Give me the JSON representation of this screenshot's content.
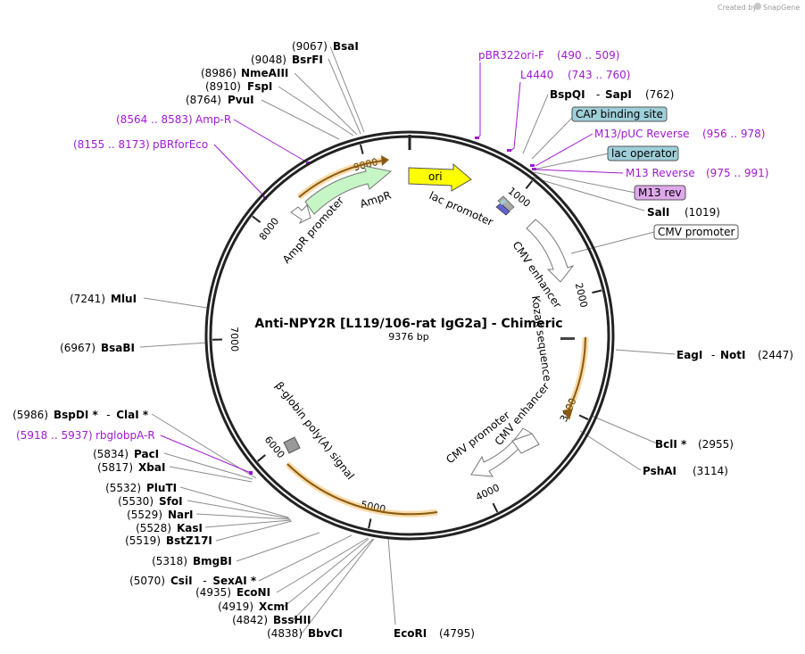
{
  "credit": {
    "text": "Created by",
    "brand": "SnapGene"
  },
  "plasmid": {
    "name": "Anti-NPY2R [L119/106-rat IgG2a] - Chimeric",
    "size_label": "9376 bp"
  },
  "ticks": [
    "1000",
    "2000",
    "3000",
    "4000",
    "5000",
    "6000",
    "7000",
    "8000",
    "9000"
  ],
  "enzymes_right": [
    {
      "name": "BspQI",
      "sep": "-",
      "name2": "SapI",
      "pos": "(762)"
    },
    {
      "name": "SalI",
      "pos": "(1019)"
    },
    {
      "name": "EagI",
      "sep": "-",
      "name2": "NotI",
      "pos": "(2447)"
    },
    {
      "name": "BclI *",
      "pos": "(2955)"
    },
    {
      "name": "PshAI",
      "pos": "(3114)"
    }
  ],
  "enzymes_top": [
    {
      "pos": "(9067)",
      "name": "BsaI"
    },
    {
      "pos": "(9048)",
      "name": "BsrFI"
    },
    {
      "pos": "(8986)",
      "name": "NmeAIII"
    },
    {
      "pos": "(8910)",
      "name": "FspI"
    },
    {
      "pos": "(8764)",
      "name": "PvuI"
    }
  ],
  "enzymes_left": [
    {
      "pos": "(7241)",
      "name": "MluI"
    },
    {
      "pos": "(6967)",
      "name": "BsaBI"
    },
    {
      "pos": "(5986)",
      "name": "BspDI *",
      "sep": "-",
      "name2": "ClaI *"
    },
    {
      "pos": "(5834)",
      "name": "PacI"
    },
    {
      "pos": "(5817)",
      "name": "XbaI"
    },
    {
      "pos": "(5532)",
      "name": "PluTI"
    },
    {
      "pos": "(5530)",
      "name": "SfoI"
    },
    {
      "pos": "(5529)",
      "name": "NarI"
    },
    {
      "pos": "(5528)",
      "name": "KasI"
    },
    {
      "pos": "(5519)",
      "name": "BstZ17I"
    },
    {
      "pos": "(5318)",
      "name": "BmgBI"
    },
    {
      "pos": "(5070)",
      "name": "CsiI",
      "sep": "-",
      "name2": "SexAI *"
    },
    {
      "pos": "(4935)",
      "name": "EcoNI"
    },
    {
      "pos": "(4919)",
      "name": "XcmI"
    },
    {
      "pos": "(4842)",
      "name": "BssHII"
    },
    {
      "pos": "(4838)",
      "name": "BbvCI"
    }
  ],
  "enzyme_bottom": {
    "name": "EcoRI",
    "pos": "(4795)"
  },
  "primers": [
    {
      "name": "pBR322ori-F",
      "range": "(490 .. 509)"
    },
    {
      "name": "L4440",
      "range": "(743 .. 760)"
    },
    {
      "name": "M13/pUC Reverse",
      "range": "(956 .. 978)"
    },
    {
      "name": "M13 Reverse",
      "range": "(975 .. 991)"
    },
    {
      "range": "(8564 .. 8583)",
      "name": "Amp-R"
    },
    {
      "range": "(8155 .. 8173)",
      "name": "pBRforEco"
    },
    {
      "range": "(5918 .. 5937)",
      "name": "rbglobpA-R"
    }
  ],
  "boxed": [
    {
      "text": "CAP binding site",
      "fill": "#9fcfd9"
    },
    {
      "text": "lac operator",
      "fill": "#9fcfd9"
    },
    {
      "text": "M13 rev",
      "fill": "#e0a8ec"
    },
    {
      "text": "CMV promoter",
      "fill": "#ffffff"
    }
  ],
  "features": [
    "ori",
    "lac promoter",
    "AmpR",
    "AmpR promoter",
    "CMV enhancer",
    "Kozak sequence",
    "CMV enhancer",
    "CMV promoter",
    "β-globin poly(A) signal"
  ],
  "colors": {
    "primer": "#a01ad0",
    "ori": "#ffff00",
    "ampr": "#c6f5c6",
    "orf_outline": "#f0b040",
    "backbone": "#222222",
    "leader": "#8c8c8c"
  }
}
